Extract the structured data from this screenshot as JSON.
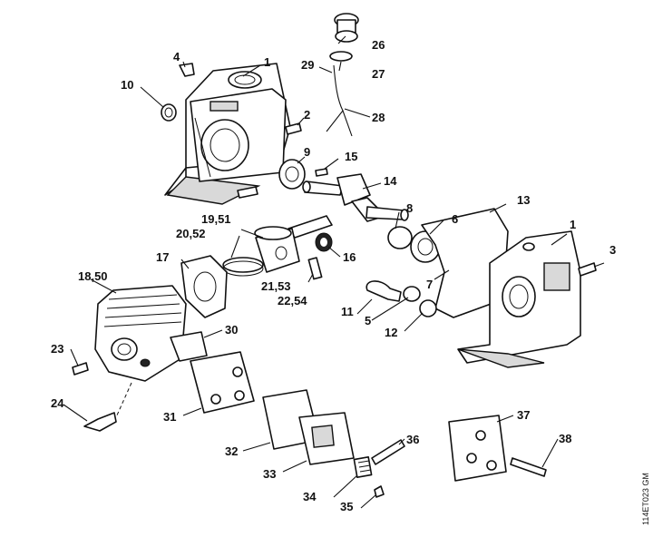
{
  "diagram": {
    "drawing_code": "114ET023 GM",
    "callouts": [
      "1",
      "2",
      "3",
      "4",
      "5",
      "6",
      "7",
      "8",
      "9",
      "10",
      "11",
      "12",
      "13",
      "14",
      "15",
      "16",
      "17",
      "18,50",
      "19,51",
      "20,52",
      "21,53",
      "22,54",
      "23",
      "24",
      "1",
      "26",
      "27",
      "28",
      "29",
      "30",
      "31",
      "32",
      "33",
      "34",
      "35",
      "36",
      "37",
      "38"
    ]
  }
}
